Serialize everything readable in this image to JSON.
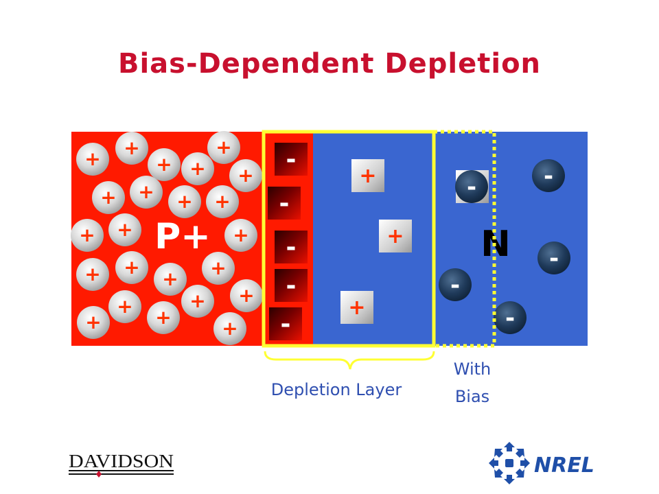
{
  "title": "Bias-Dependent Depletion",
  "regions": {
    "p_label": "P+",
    "n_label": "N"
  },
  "signs": {
    "plus": "+",
    "minus": "-"
  },
  "labels": {
    "depletion_layer": "Depletion Layer",
    "with_bias_line1": "With",
    "with_bias_line2": "Bias"
  },
  "logos": {
    "left": "DAVIDSON",
    "right": "NREL"
  },
  "colors": {
    "p_region": "#ff1a00",
    "n_region": "#3a66d0",
    "depletion_border": "#ffff33",
    "title": "#c8102e",
    "label": "#2f4fb0"
  }
}
